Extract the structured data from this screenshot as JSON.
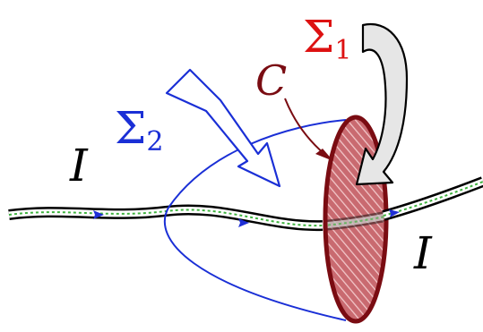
{
  "labels": {
    "sigma1": {
      "main": "Σ",
      "sub": "1"
    },
    "sigma2": {
      "main": "Σ",
      "sub": "2"
    },
    "curve": "C",
    "current_left": "I",
    "current_right": "I"
  },
  "colors": {
    "sigma1": "#dd1111",
    "sigma2": "#1a2fd6",
    "curve": "#7a0c12",
    "disk_fill": "#c96a70",
    "disk_hatch": "#f2c7c9",
    "wire_outline": "#000000",
    "wire_core": "#ffffff",
    "current_path": "#3fb23f",
    "current_arrow": "#1f2fd6",
    "callout_fill": "#e6e6e6",
    "callout_stroke": "#000000",
    "background": "#ffffff"
  },
  "icons": {
    "sigma1_pointer": "curved-arrow-icon",
    "sigma2_pointer": "bent-arrow-icon"
  }
}
